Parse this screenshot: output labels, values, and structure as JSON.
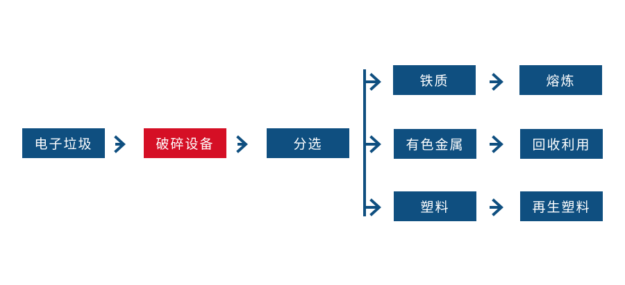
{
  "colors": {
    "node": "#0f4f80",
    "accent": "#d50f25",
    "arrow": "#0f4f80",
    "text": "#ffffff"
  },
  "nodes": {
    "e_waste": "电子垃圾",
    "crushing": "破碎设备",
    "sorting": "分选",
    "iron": "铁质",
    "smelting": "熔炼",
    "nonferrous": "有色金属",
    "recycling": "回收利用",
    "plastic": "塑料",
    "recycled_plastic": "再生塑料"
  }
}
